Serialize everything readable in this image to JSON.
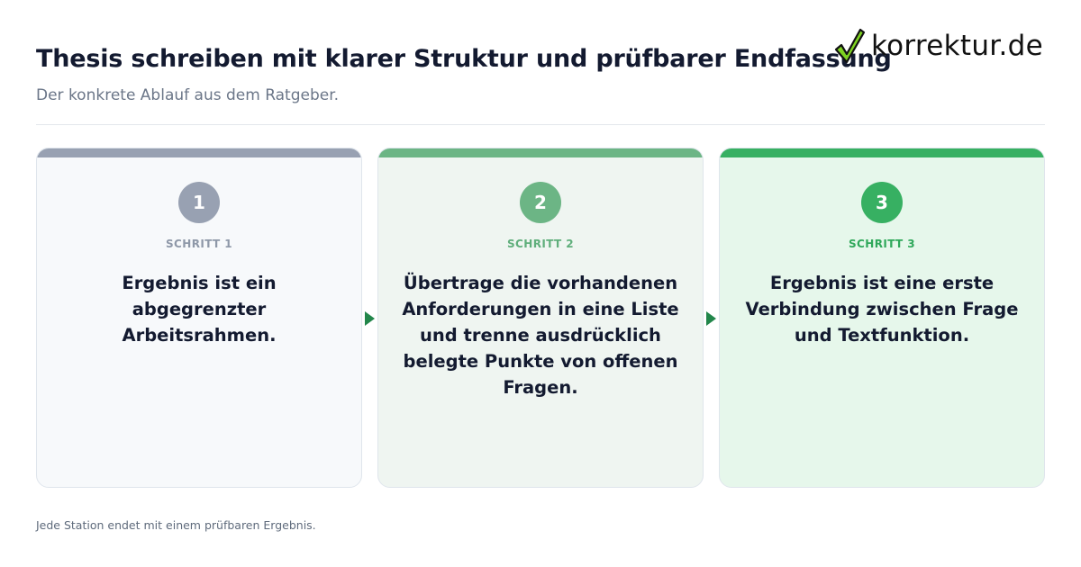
{
  "header": {
    "title": "Thesis schreiben mit klarer Struktur und prüfbarer Endfassung",
    "subtitle": "Der konkrete Ablauf aus dem Ratgeber."
  },
  "logo": {
    "text": "korrektur.de",
    "icon": "checkmark-icon",
    "check_color": "#7ed321"
  },
  "steps": [
    {
      "number": "1",
      "label": "SCHRITT 1",
      "text": "Ergebnis ist ein abgegrenzter Arbeitsrahmen.",
      "color": "#98a1b2"
    },
    {
      "number": "2",
      "label": "SCHRITT 2",
      "text": "Übertrage die vorhandenen Anforderungen in eine Liste und trenne ausdrücklich belegte Punkte von offenen Fragen.",
      "color": "#6cb585"
    },
    {
      "number": "3",
      "label": "SCHRITT 3",
      "text": "Ergebnis ist eine erste Verbindung zwischen Frage und Textfunktion.",
      "color": "#37b062"
    }
  ],
  "connector": {
    "icon": "arrow-right-icon",
    "color": "#22864a"
  },
  "footer": {
    "note": "Jede Station endet mit einem prüfbaren Ergebnis."
  }
}
